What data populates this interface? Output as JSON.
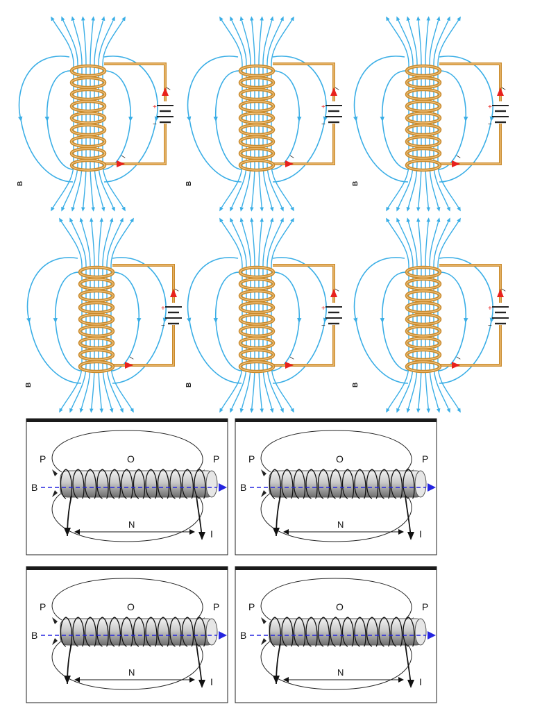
{
  "labels": {
    "field": "B",
    "plus": "+",
    "minus": "−",
    "current": "I",
    "pole_left": "P",
    "pole_right": "P",
    "center": "O",
    "axis_field": "B",
    "turns": "N",
    "current_out": "I"
  },
  "colors": {
    "field_lines": "#3aaee6",
    "coil_copper": "#c98a2c",
    "coil_highlight": "#f4c886",
    "wire": "#c98a2c",
    "current_arrow": "#e8211d",
    "axis_arrow": "#2525e0",
    "panel_border": "#1a1a1a"
  },
  "figure_set_a": {
    "description_kind": "vertical solenoid with battery circuit",
    "copies": 6
  },
  "figure_set_b": {
    "description_kind": "horizontal solenoid with field loops",
    "copies": 4
  }
}
